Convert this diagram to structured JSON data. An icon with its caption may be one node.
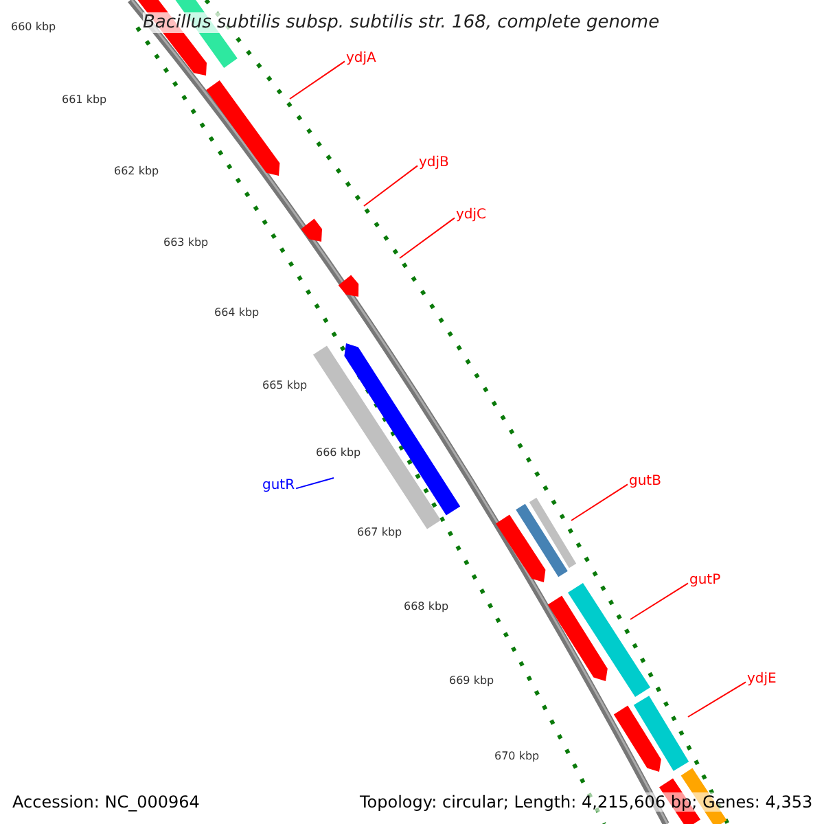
{
  "diagram": {
    "title": "Bacillus subtilis subsp. subtilis str. 168, complete genome",
    "nodes": [
      {
        "text": [
          "ydjA"
        ]
      },
      {
        "text": [
          "ydjB"
        ]
      },
      {
        "text": [
          "ydjC"
        ]
      },
      {
        "text": [
          "gutB"
        ]
      },
      {
        "text": [
          "gutR"
        ]
      },
      {
        "text": [
          "gutP"
        ]
      },
      {
        "text": [
          "ydjE"
        ]
      }
    ],
    "edges": [
      {
        "from": 0,
        "to": null,
        "arrow": "none"
      },
      {
        "from": 1,
        "to": null,
        "arrow": "none"
      },
      {
        "from": 2,
        "to": null,
        "arrow": "none"
      },
      {
        "from": 3,
        "to": null,
        "arrow": "none"
      },
      {
        "from": 4,
        "to": null,
        "arrow": "none",
        "color": "#0000ff"
      },
      {
        "from": 5,
        "to": null,
        "arrow": "none"
      },
      {
        "from": 6,
        "to": null,
        "arrow": "none"
      }
    ],
    "labels": [
      "660 kbp",
      "661 kbp",
      "662 kbp",
      "663 kbp",
      "664 kbp",
      "665 kbp",
      "666 kbp",
      "667 kbp",
      "668 kbp",
      "669 kbp",
      "670 kbp",
      "Accession: NC_000964",
      "Topology: circular; Length: 4,215,606 bp; Genes: 4,353"
    ]
  }
}
